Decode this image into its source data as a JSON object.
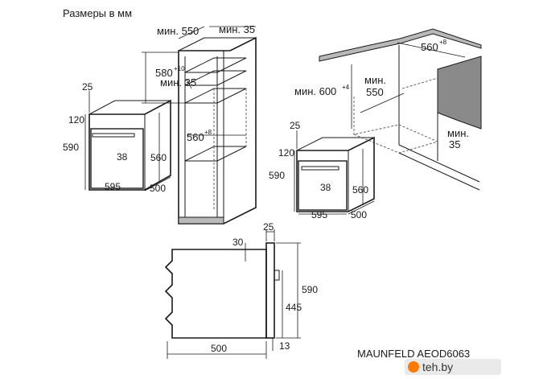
{
  "title": "Размеры в мм",
  "model": "MAUNFELD AEOD6063",
  "watermark": "teh.by",
  "tall_cabinet": {
    "dims": {
      "width": "мин. 550",
      "depth": "мин. 35",
      "niche_height": "580",
      "niche_height_tol": "+10",
      "vent": "мин. 35",
      "niche_width": "560",
      "niche_width_tol": "+8"
    }
  },
  "oven_left": {
    "dims": {
      "top": "25",
      "panel": "120",
      "height": "590",
      "door": "38",
      "body": "560",
      "width": "595",
      "depth": "500"
    }
  },
  "undercounter": {
    "dims": {
      "niche_width": "560",
      "niche_width_tol": "+8",
      "height": "мин. 600",
      "height_tol": "+4",
      "depth": "мин.\n550",
      "depth_l1": "мин.",
      "depth_l2": "550",
      "vent_l1": "мин.",
      "vent_l2": "35"
    }
  },
  "oven_right": {
    "dims": {
      "top": "25",
      "panel": "120",
      "height": "590",
      "door": "38",
      "body": "560",
      "width": "595",
      "depth": "500"
    }
  },
  "side_view": {
    "dims": {
      "front": "25",
      "handle": "30",
      "height": "590",
      "inner": "445",
      "depth": "500",
      "bottom": "13"
    }
  }
}
